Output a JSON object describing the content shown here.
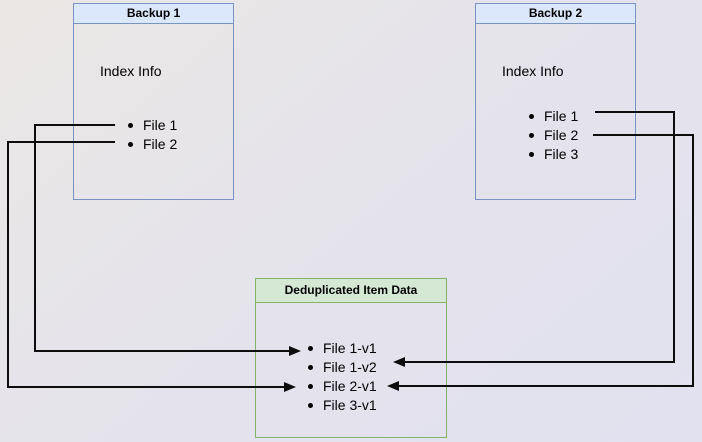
{
  "diagram": {
    "backup1": {
      "title": "Backup 1",
      "index_label": "Index Info",
      "files": [
        "File 1",
        "File 2"
      ]
    },
    "backup2": {
      "title": "Backup 2",
      "index_label": "Index Info",
      "files": [
        "File 1",
        "File 2",
        "File 3"
      ]
    },
    "dedup": {
      "title": "Deduplicated Item Data",
      "items": [
        "File 1-v1",
        "File 1-v2",
        "File 2-v1",
        "File 3-v1"
      ]
    },
    "connections": [
      {
        "from": "Backup 1 / File 1",
        "to": "File 1-v1"
      },
      {
        "from": "Backup 1 / File 2",
        "to": "File 2-v1"
      },
      {
        "from": "Backup 2 / File 1",
        "to": "File 1-v2"
      },
      {
        "from": "Backup 2 / File 2",
        "to": "File 2-v1"
      }
    ]
  },
  "colors": {
    "blue_border": "#7a93c6",
    "blue_fill": "#dbe7fb",
    "green_border": "#82b366",
    "green_fill": "#d5e8d4",
    "arrow_color": "#0d0d0d"
  }
}
